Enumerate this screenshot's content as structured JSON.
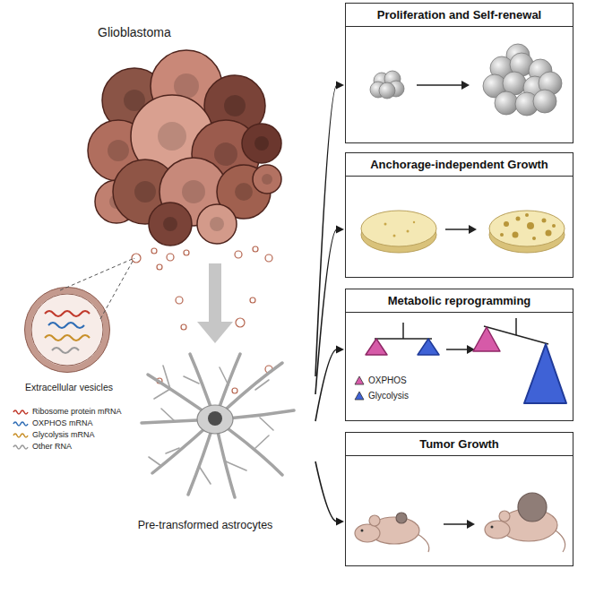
{
  "diagram": {
    "nodes": [
      {
        "text": [
          "Glioblastoma"
        ]
      },
      {
        "text": [
          "Extracellular vesicles"
        ]
      },
      {
        "text": [
          "Pre-transformed astrocytes"
        ]
      },
      {
        "text": [
          "Proliferation and Self-renewal"
        ]
      },
      {
        "text": [
          "Anchorage-independent Growth"
        ]
      },
      {
        "text": [
          "Metabolic reprogramming"
        ]
      },
      {
        "text": [
          "Tumor Growth"
        ]
      }
    ],
    "edges": [
      {
        "from": 0,
        "to": 2,
        "arrow": "to"
      },
      {
        "from": 1,
        "to": 0,
        "arrow": "none"
      },
      {
        "from": 2,
        "to": 3,
        "arrow": "to"
      },
      {
        "from": 2,
        "to": 4,
        "arrow": "to"
      },
      {
        "from": 2,
        "to": 5,
        "arrow": "to"
      },
      {
        "from": 2,
        "to": 6,
        "arrow": "to"
      }
    ],
    "legend": [
      {
        "text": "Ribosome protein mRNA"
      },
      {
        "text": "OXPHOS mRNA"
      },
      {
        "text": "Glycolysis mRNA"
      },
      {
        "text": "Other RNA"
      },
      {
        "text": "OXPHOS",
        "color": "#d65aa8"
      },
      {
        "text": "Glycolysis",
        "color": "#3f62d6"
      }
    ]
  }
}
